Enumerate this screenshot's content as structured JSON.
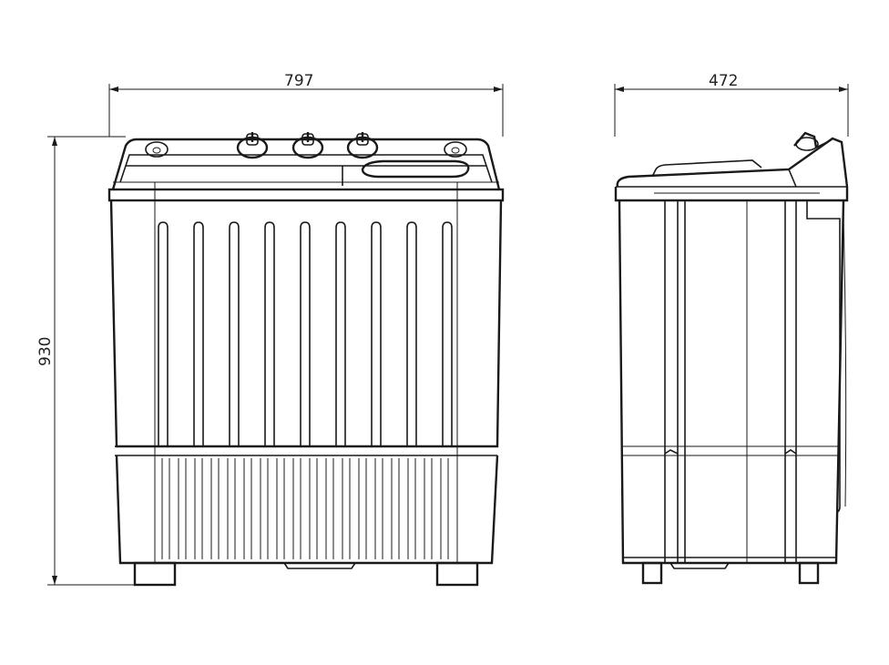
{
  "dimensions": {
    "width": "797",
    "depth": "472",
    "height": "930"
  },
  "colors": {
    "line": "#1a1a1a",
    "background": "#ffffff"
  }
}
